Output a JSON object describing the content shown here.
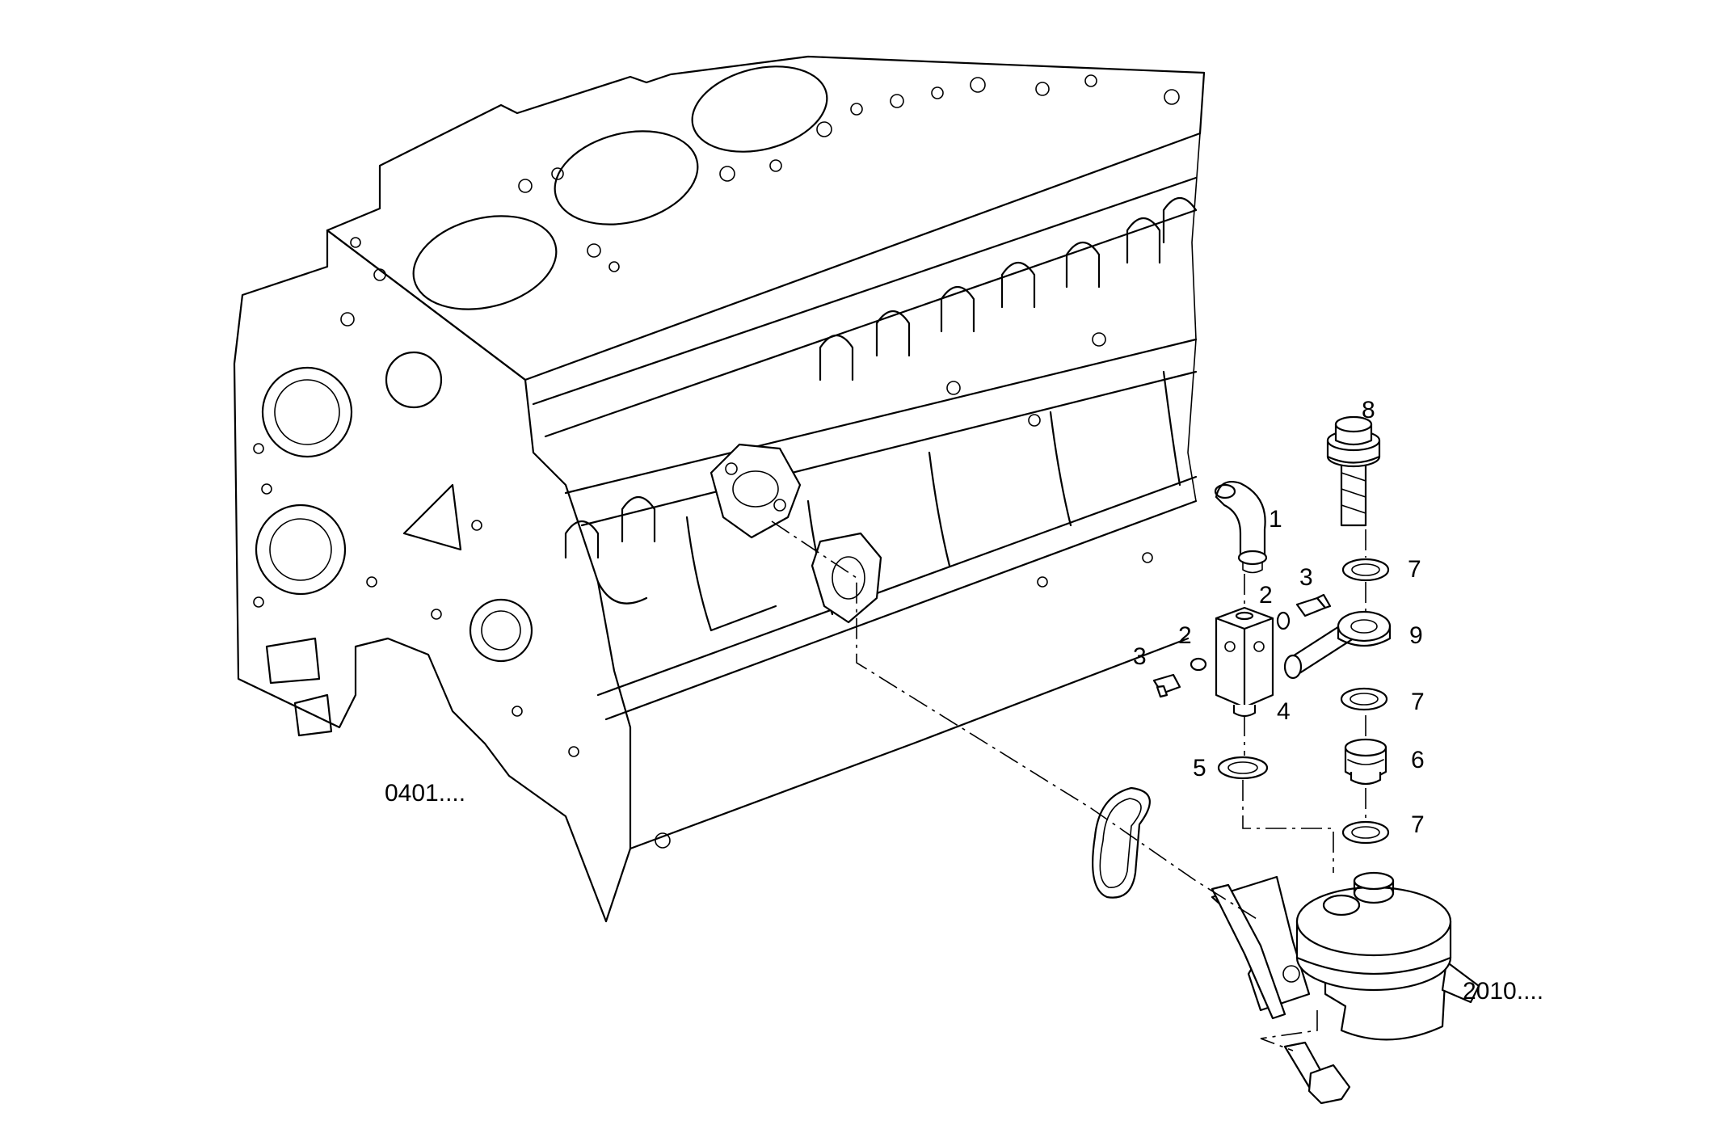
{
  "callouts": [
    {
      "id": "c1",
      "text": "1"
    },
    {
      "id": "c2a",
      "text": "2"
    },
    {
      "id": "c3a",
      "text": "3"
    },
    {
      "id": "c2b",
      "text": "2"
    },
    {
      "id": "c3b",
      "text": "3"
    },
    {
      "id": "c4",
      "text": "4"
    },
    {
      "id": "c5",
      "text": "5"
    },
    {
      "id": "c8",
      "text": "8"
    },
    {
      "id": "c7a",
      "text": "7"
    },
    {
      "id": "c9",
      "text": "9"
    },
    {
      "id": "c7b",
      "text": "7"
    },
    {
      "id": "c6",
      "text": "6"
    },
    {
      "id": "c7c",
      "text": "7"
    }
  ],
  "references": [
    {
      "id": "r0401",
      "text": "0401...."
    },
    {
      "id": "r2010",
      "text": "2010...."
    }
  ]
}
